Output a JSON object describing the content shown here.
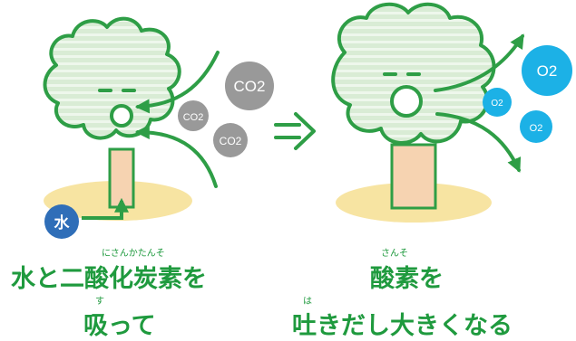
{
  "colors": {
    "foliage_fill": "#d9ecd5",
    "foliage_stripe": "#eef7ec",
    "foliage_outline": "#2e9e46",
    "trunk": "#f6d3b1",
    "ground": "#f7e4a2",
    "arrow_green": "#2e9e46",
    "co2_gray": "#999999",
    "o2_blue": "#1cb1e6",
    "water_blue": "#2f6eb8",
    "caption_green": "#1f9a3e",
    "flow_arrow": "#2e9e46"
  },
  "left_panel": {
    "co2_labels": [
      "CO2",
      "CO2",
      "CO2"
    ],
    "water_label": "水",
    "caption_ruby": "にさんかたんそ",
    "caption_line1": "水と二酸化炭素を",
    "caption_ruby2": "す",
    "caption_line2": "吸って"
  },
  "right_panel": {
    "o2_labels": [
      "O2",
      "O2",
      "O2"
    ],
    "caption_ruby": "さんそ",
    "caption_line1": "酸素を",
    "caption_ruby2": "は",
    "caption_line2": "吐きだし大きくなる"
  },
  "icons": {
    "flow_arrow": "double-arrow-right-icon"
  }
}
